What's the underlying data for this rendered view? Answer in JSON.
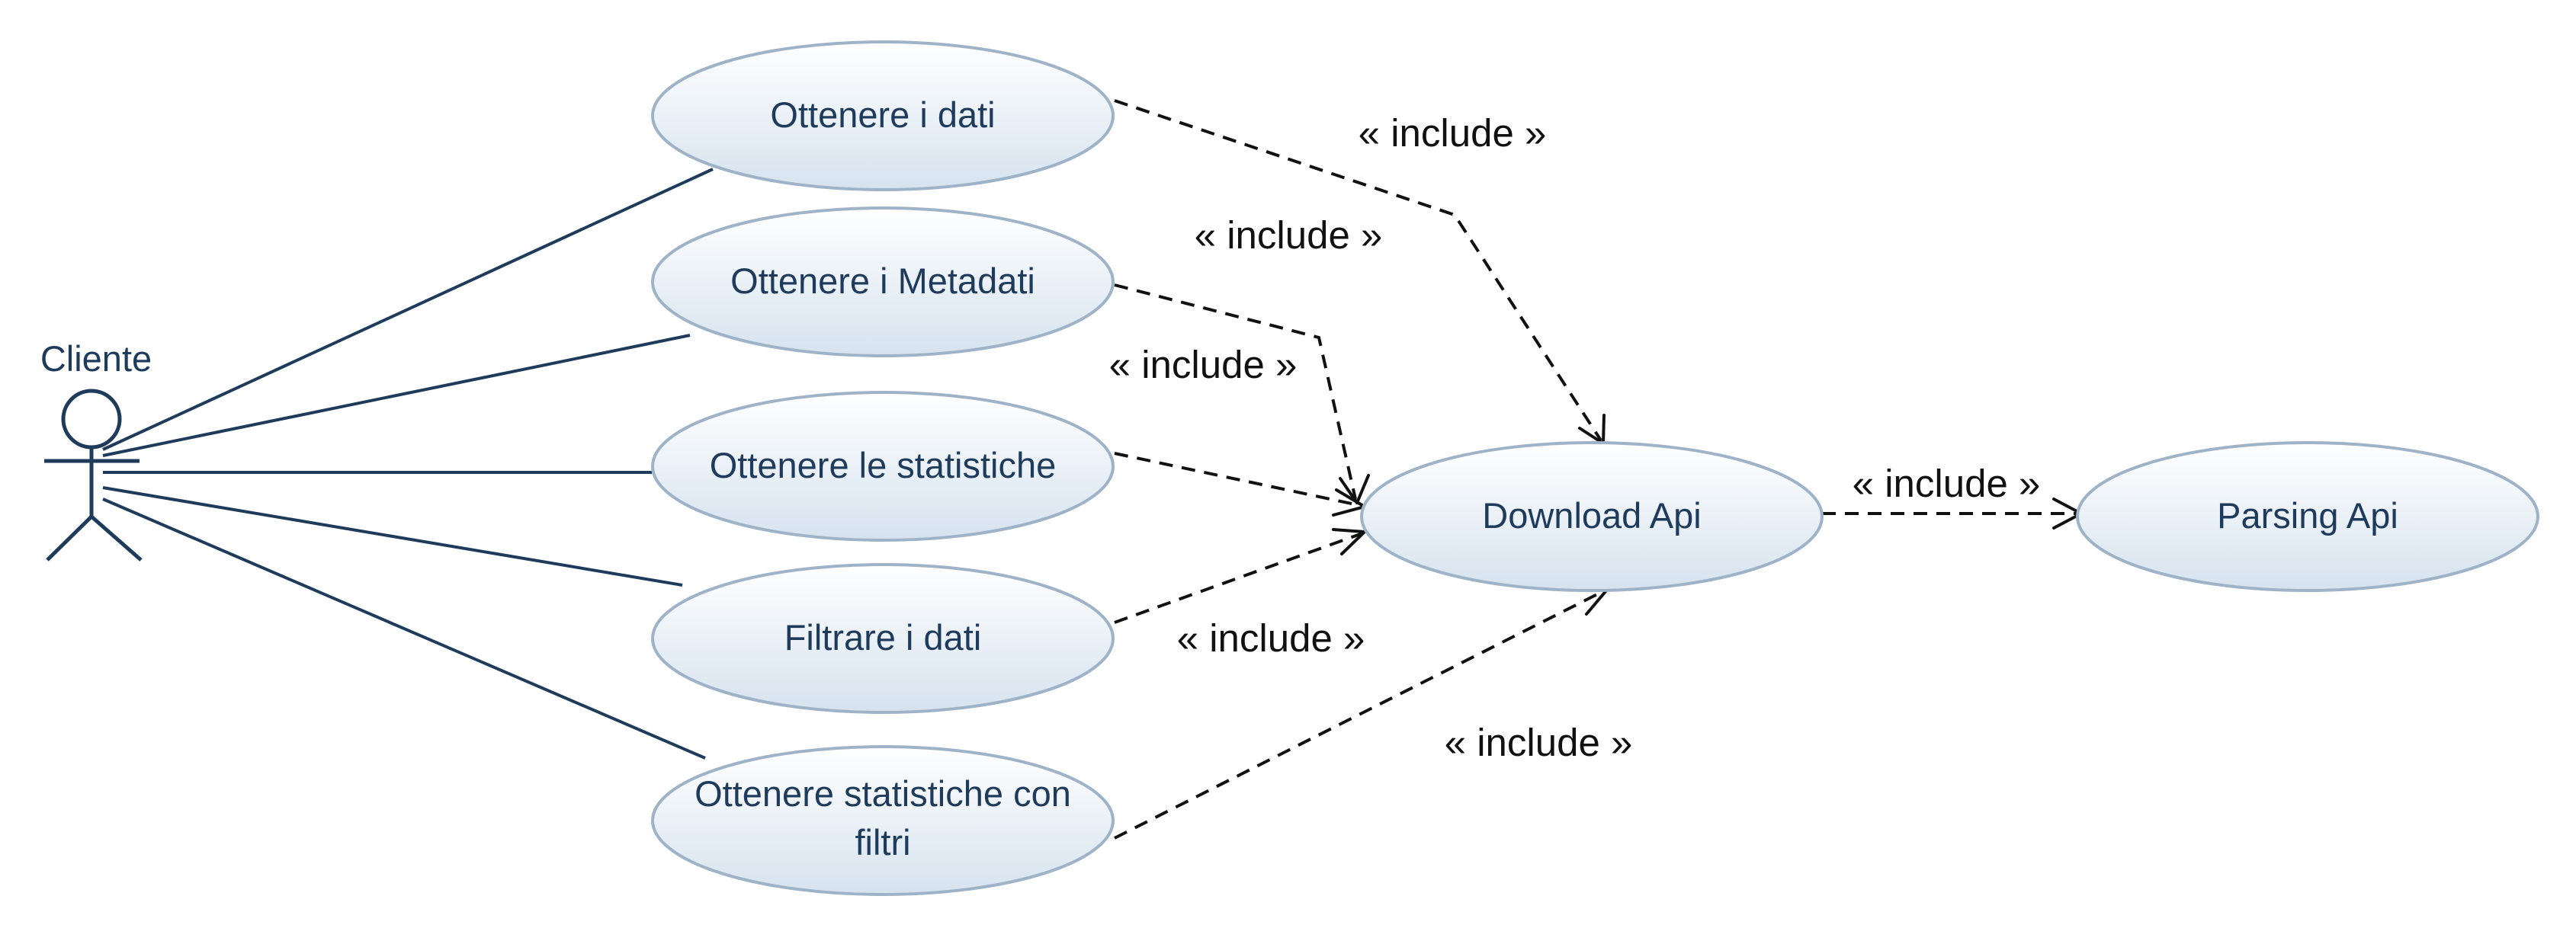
{
  "actor": {
    "label": "Cliente"
  },
  "use_cases": {
    "ottenere_dati": {
      "line1": "Ottenere i dati"
    },
    "ottenere_metadati": {
      "line1": "Ottenere i Metadati"
    },
    "ottenere_statistiche": {
      "line1": "Ottenere le statistiche"
    },
    "filtrare_dati": {
      "line1": "Filtrare i dati"
    },
    "statistiche_filtri": {
      "line1": "Ottenere statistiche con",
      "line2": "filtri"
    },
    "download_api": {
      "line1": "Download Api"
    },
    "parsing_api": {
      "line1": "Parsing Api"
    }
  },
  "relations": {
    "include_label": "« include »"
  },
  "colors": {
    "ellipse_fill_top": "#ffffff",
    "ellipse_fill_bottom": "#d6e3ef",
    "ellipse_stroke": "#9fb3c8",
    "actor_and_association": "#1f3b5c",
    "dependency": "#111111"
  }
}
